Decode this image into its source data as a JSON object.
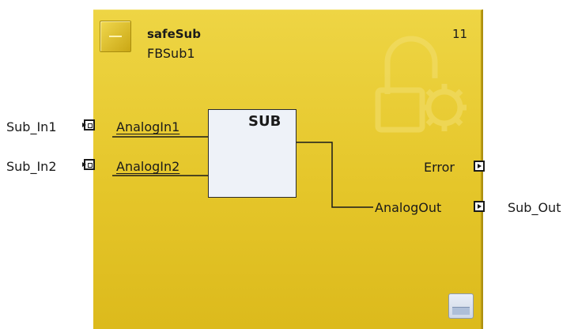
{
  "block": {
    "type_name": "safeSub",
    "instance_name": "FBSub1",
    "execution_order": "11",
    "icon": "function-block-icon",
    "watermark_icon": "safety-gear-lock-icon",
    "color": "#e5c62a"
  },
  "function": {
    "title": "SUB"
  },
  "inputs": [
    {
      "external": "Sub_In1",
      "pin": "AnalogIn1"
    },
    {
      "external": "Sub_In2",
      "pin": "AnalogIn2"
    }
  ],
  "outputs": [
    {
      "pin": "Error",
      "external": ""
    },
    {
      "pin": "AnalogOut",
      "external": "Sub_Out"
    }
  ],
  "footer": {
    "collapse_icon": "collapse-icon"
  }
}
